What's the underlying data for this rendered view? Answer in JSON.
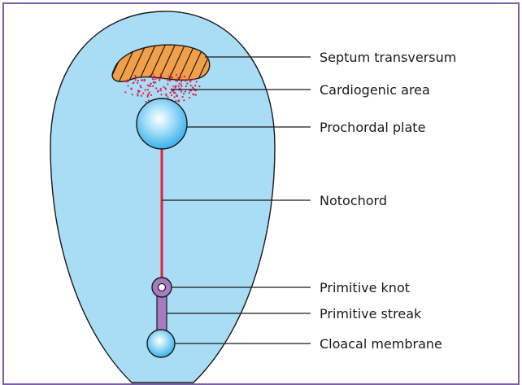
{
  "labels": {
    "septum_transversum": "Septum transversum",
    "cardiogenic_area": "Cardiogenic area",
    "prochordal_plate": "Prochordal plate",
    "notochord": "Notochord",
    "primitive_knot": "Primitive knot",
    "primitive_streak": "Primitive streak",
    "cloacal_membrane": "Cloacal membrane"
  },
  "colors": {
    "embryonic_disc_fill": "#a9dcf5",
    "embryonic_disc_stroke": "#1a1a1a",
    "septum_fill": "#f0a04b",
    "cardiogenic_dots": "#e0204a",
    "notochord": "#e8203a",
    "primitive_streak": "#a77bc2",
    "frame": "#7b5ea8"
  }
}
